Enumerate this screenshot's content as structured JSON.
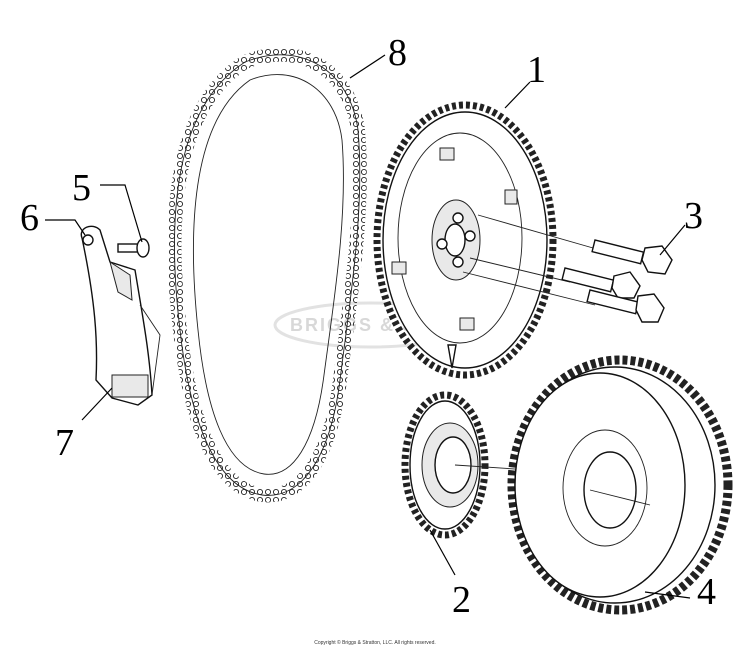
{
  "diagram": {
    "callouts": [
      "1",
      "2",
      "3",
      "4",
      "5",
      "6",
      "7",
      "8"
    ],
    "watermark": "BRIGGS & STRATTON",
    "copyright": "Copyright © Briggs & Stratton, LLC. All rights reserved."
  }
}
